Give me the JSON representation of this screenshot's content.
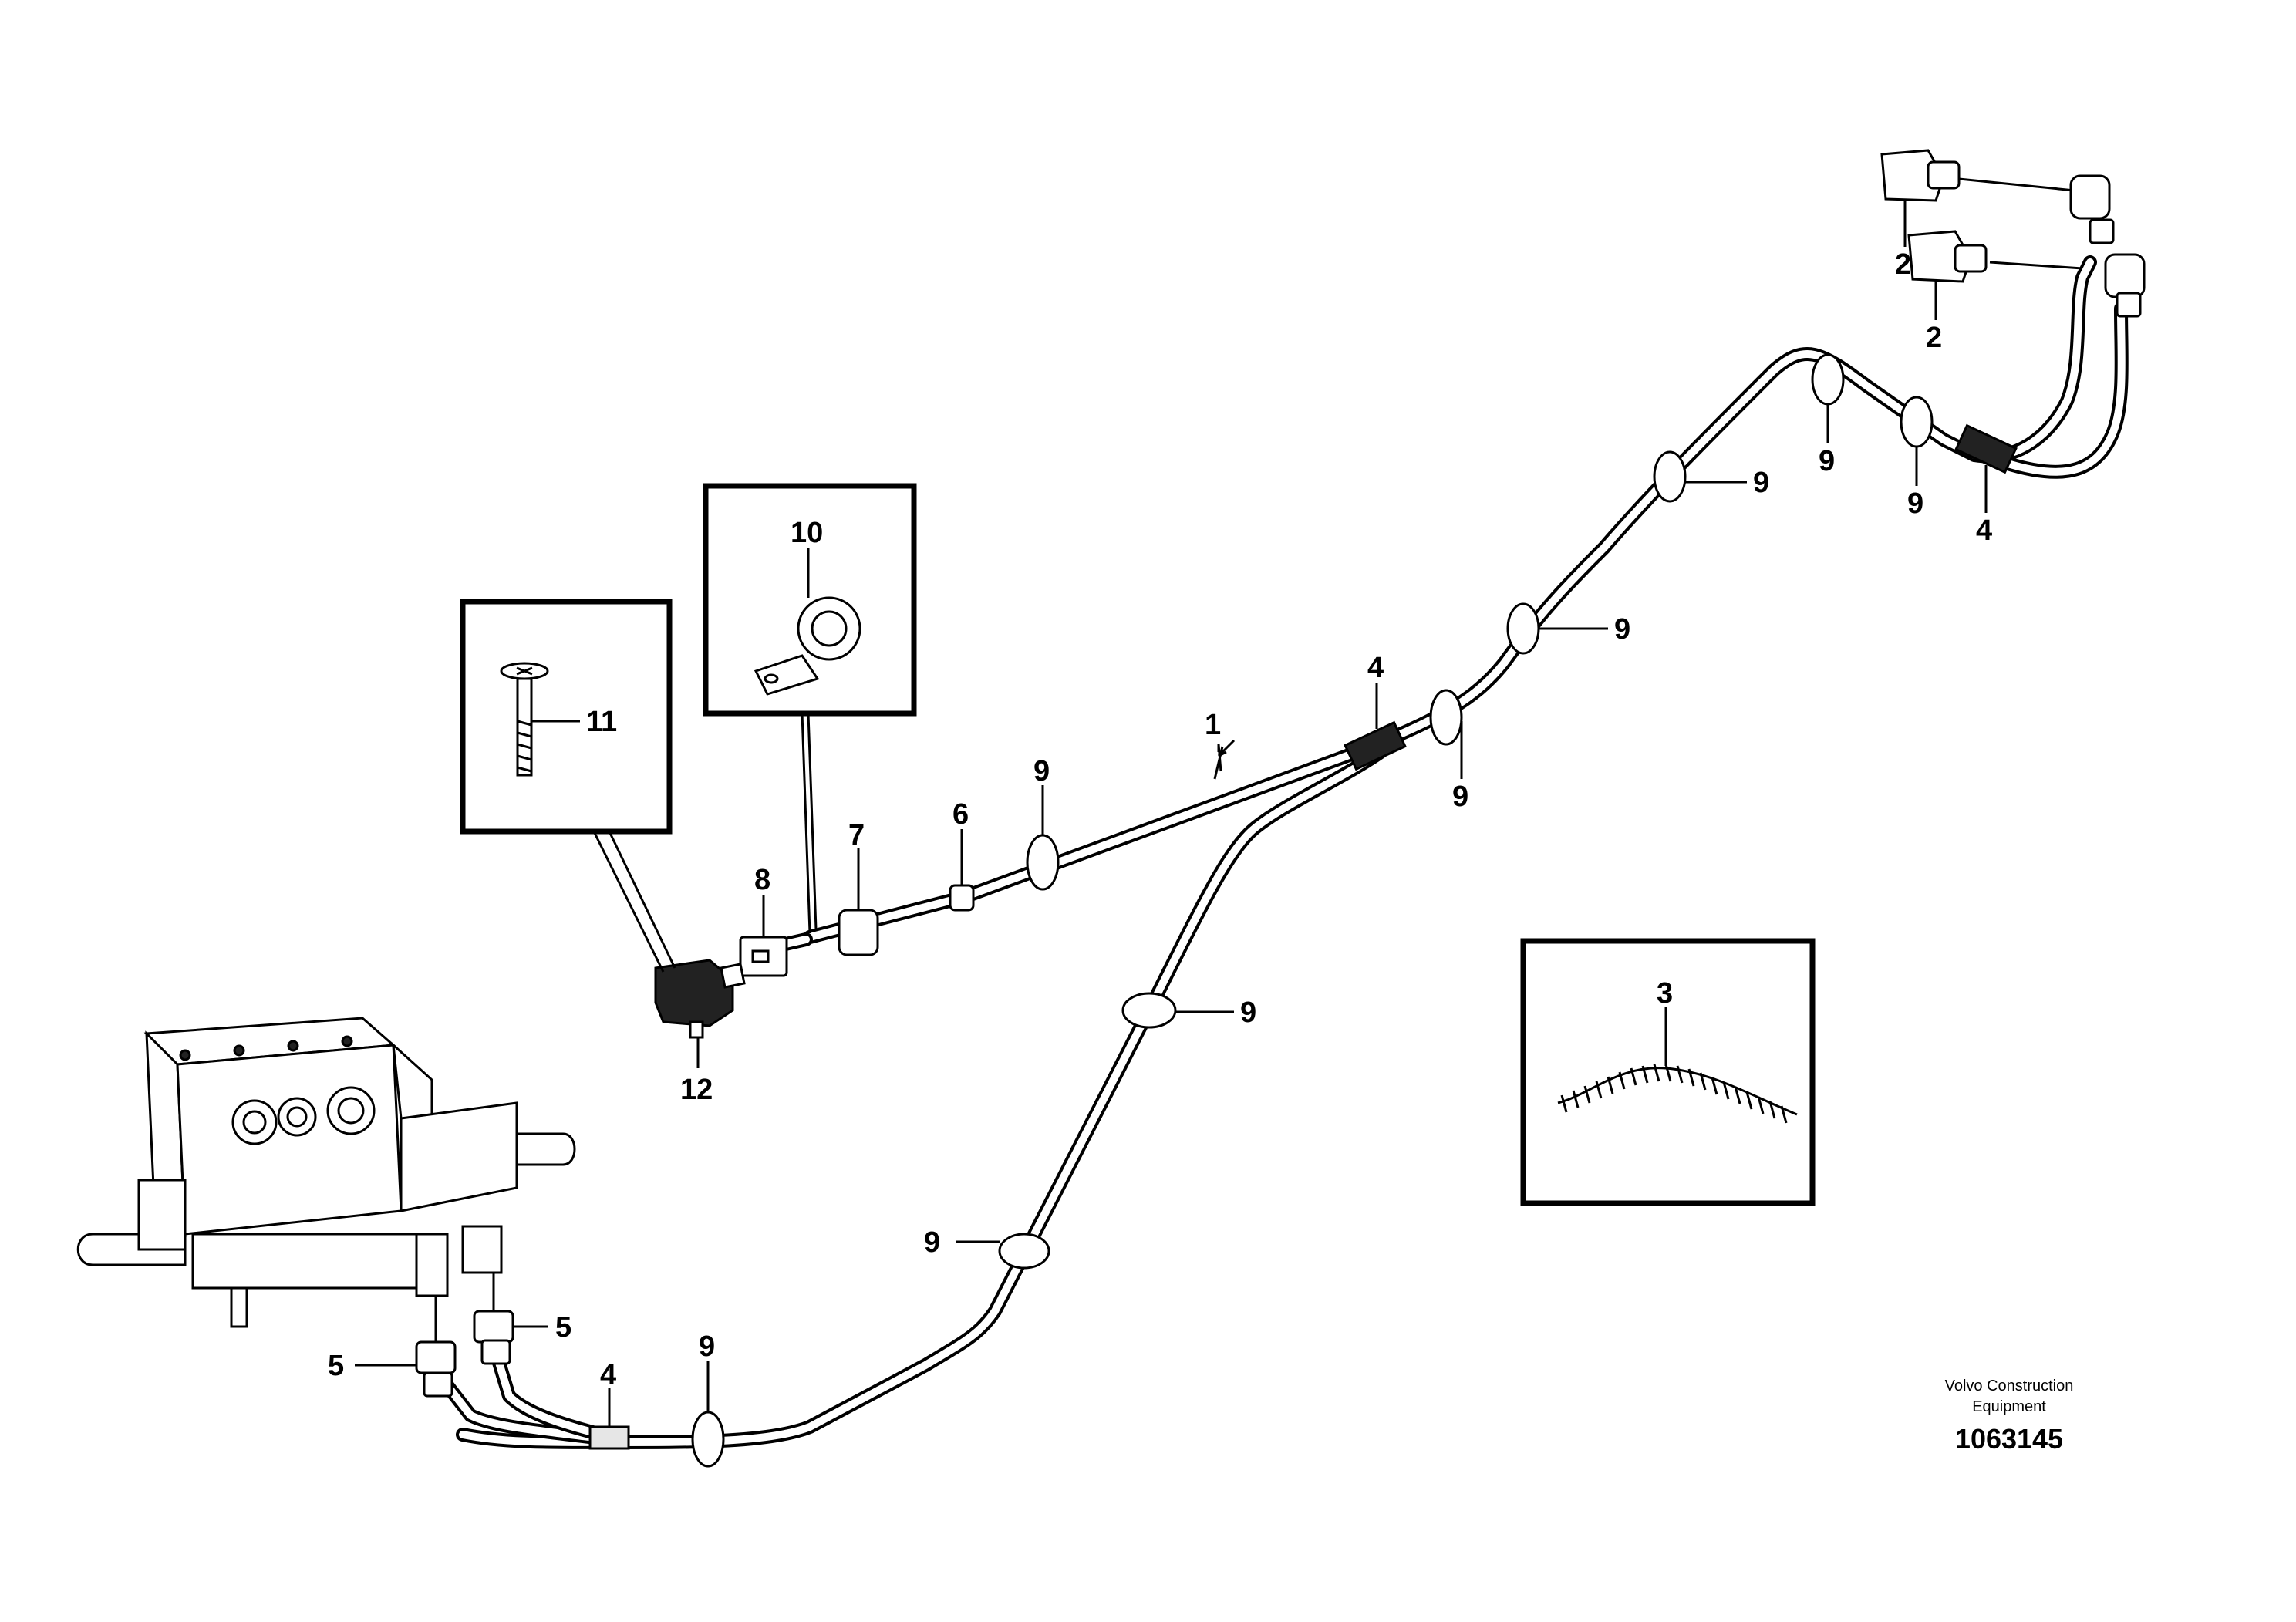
{
  "callouts": {
    "c1": "1",
    "c2a": "2",
    "c2b": "2",
    "c3": "3",
    "c4a": "4",
    "c4b": "4",
    "c4c": "4",
    "c5a": "5",
    "c5b": "5",
    "c6": "6",
    "c7": "7",
    "c8": "8",
    "c9a": "9",
    "c9b": "9",
    "c9c": "9",
    "c9d": "9",
    "c9e": "9",
    "c9f": "9",
    "c9g": "9",
    "c9h": "9",
    "c9i": "9",
    "c10": "10",
    "c11": "11",
    "c12": "12"
  },
  "footer": {
    "brand_line1": "Volvo Construction",
    "brand_line2": "Equipment",
    "document_number": "1063145"
  }
}
